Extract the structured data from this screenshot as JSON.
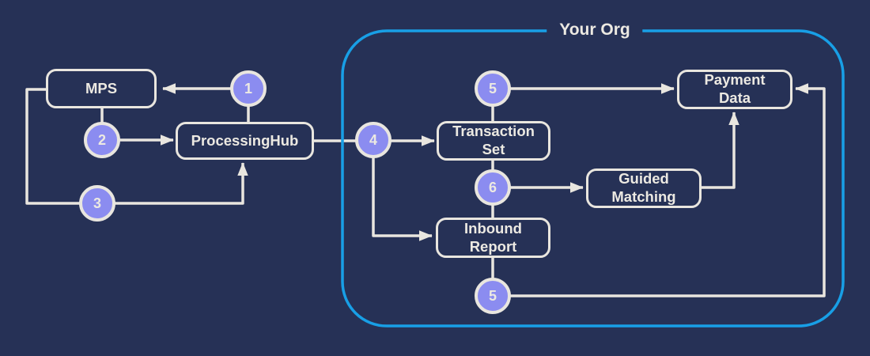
{
  "diagram": {
    "title": "Your Org",
    "nodes": [
      {
        "id": "mps",
        "label": "MPS"
      },
      {
        "id": "processing-hub",
        "label": "ProcessingHub"
      },
      {
        "id": "transaction-set",
        "label": "Transaction Set"
      },
      {
        "id": "payment-data",
        "label": "Payment Data"
      },
      {
        "id": "guided-matching",
        "label": "Guided Matching"
      },
      {
        "id": "inbound-report",
        "label": "Inbound Report"
      }
    ],
    "steps": [
      {
        "number": "1"
      },
      {
        "number": "2"
      },
      {
        "number": "3"
      },
      {
        "number": "4"
      },
      {
        "number": "5"
      },
      {
        "number": "6"
      },
      {
        "number": "5"
      }
    ],
    "colors": {
      "background": "#263156",
      "connector": "#e9e6df",
      "org_border": "#189fe6",
      "step_fill": "#8b8cf0"
    }
  }
}
